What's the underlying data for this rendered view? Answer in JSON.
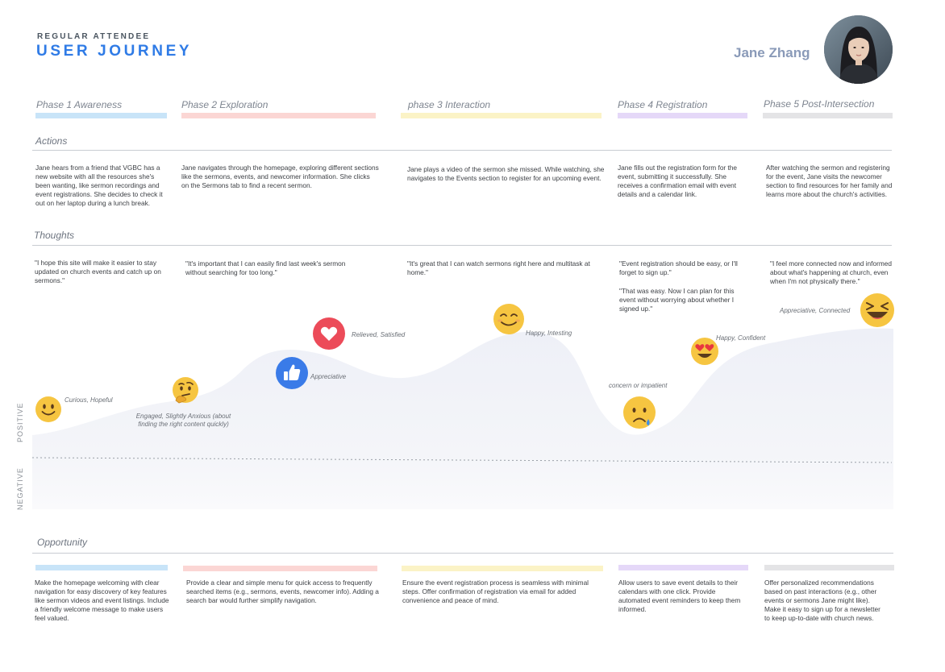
{
  "header": {
    "eyebrow": "REGULAR ATTENDEE",
    "title": "USER JOURNEY",
    "persona_name": "Jane Zhang"
  },
  "phases": [
    {
      "label": "Phase 1 Awareness",
      "color": "#c8e4f8"
    },
    {
      "label": "Phase 2 Exploration",
      "color": "#fbd6d4"
    },
    {
      "label": "phase 3 Interaction",
      "color": "#fbf3c6"
    },
    {
      "label": "Phase 4 Registration",
      "color": "#e5d8f8"
    },
    {
      "label": "Phase 5 Post-Intersection",
      "color": "#e4e4e6"
    }
  ],
  "actions": {
    "title": "Actions",
    "items": [
      "Jane hears from a friend that VGBC has a new website with all the resources she's been wanting, like sermon recordings and event registrations. She decides to check it out on her laptop during a lunch break.",
      "Jane navigates through the homepage, exploring different sections like the sermons, events, and newcomer information. She clicks on the Sermons tab to find a recent sermon.",
      "Jane plays a video of the sermon she missed. While watching, she navigates to the Events section to register for an upcoming event.",
      "Jane fills out the registration form for the event, submitting it successfully. She receives a confirmation email with event details and a calendar link.",
      "After watching the sermon and registering for the event, Jane visits the newcomer section to find resources for her family and learns more about the church's activities."
    ]
  },
  "thoughts": {
    "title": "Thoughts",
    "items": [
      "\"I hope this site will make it easier to stay updated on church events and catch up on sermons.\"",
      "\"It's important that I can easily find last week's sermon without searching for too long.\"",
      "\"It's great that I can watch sermons right here and multitask at home.\"",
      "\"Event registration should be easy, or I'll forget to sign up.\"",
      "\"I feel more connected now and informed about what's happening at church, even when I'm not physically there.\""
    ],
    "extra": "\"That was easy. Now I can plan for this event without worrying about whether I signed up.\""
  },
  "emotions": {
    "axis_positive": "POSITIVE",
    "axis_negative": "NEGATIVE",
    "points": [
      {
        "label": "Curious, Hopeful",
        "icon": "smile-emoji-icon"
      },
      {
        "label": "Engaged, Slightly Anxious (about finding the right content quickly)",
        "icon": "thinking-emoji-icon"
      },
      {
        "label": "Appreciative",
        "icon": "thumbs-up-icon"
      },
      {
        "label": "Relieved, Satisfied",
        "icon": "heart-icon"
      },
      {
        "label": "Happy, Intesting",
        "icon": "blush-emoji-icon"
      },
      {
        "label": "concern or impatient",
        "icon": "sad-tear-emoji-icon"
      },
      {
        "label": "Happy, Confident",
        "icon": "heart-eyes-emoji-icon"
      },
      {
        "label": "Appreciative, Connected",
        "icon": "laughing-emoji-icon"
      }
    ]
  },
  "opportunity": {
    "title": "Opportunity",
    "items": [
      "Make the homepage welcoming with clear navigation for easy discovery of key features like sermon videos and event listings. Include a friendly welcome message to make users feel valued.",
      "Provide a clear and simple menu for quick access to frequently searched items (e.g., sermons, events, newcomer info). Adding a search bar would further simplify navigation.",
      "Ensure the event registration process is seamless with minimal steps. Offer confirmation of registration via email for added convenience and peace of mind.",
      "Allow users to save event details to their calendars with one click. Provide automated event reminders to keep them informed.",
      "Offer personalized recommendations based on past interactions (e.g., other events or sermons Jane might like). Make it easy to sign up for a newsletter to keep up-to-date with church news."
    ]
  }
}
